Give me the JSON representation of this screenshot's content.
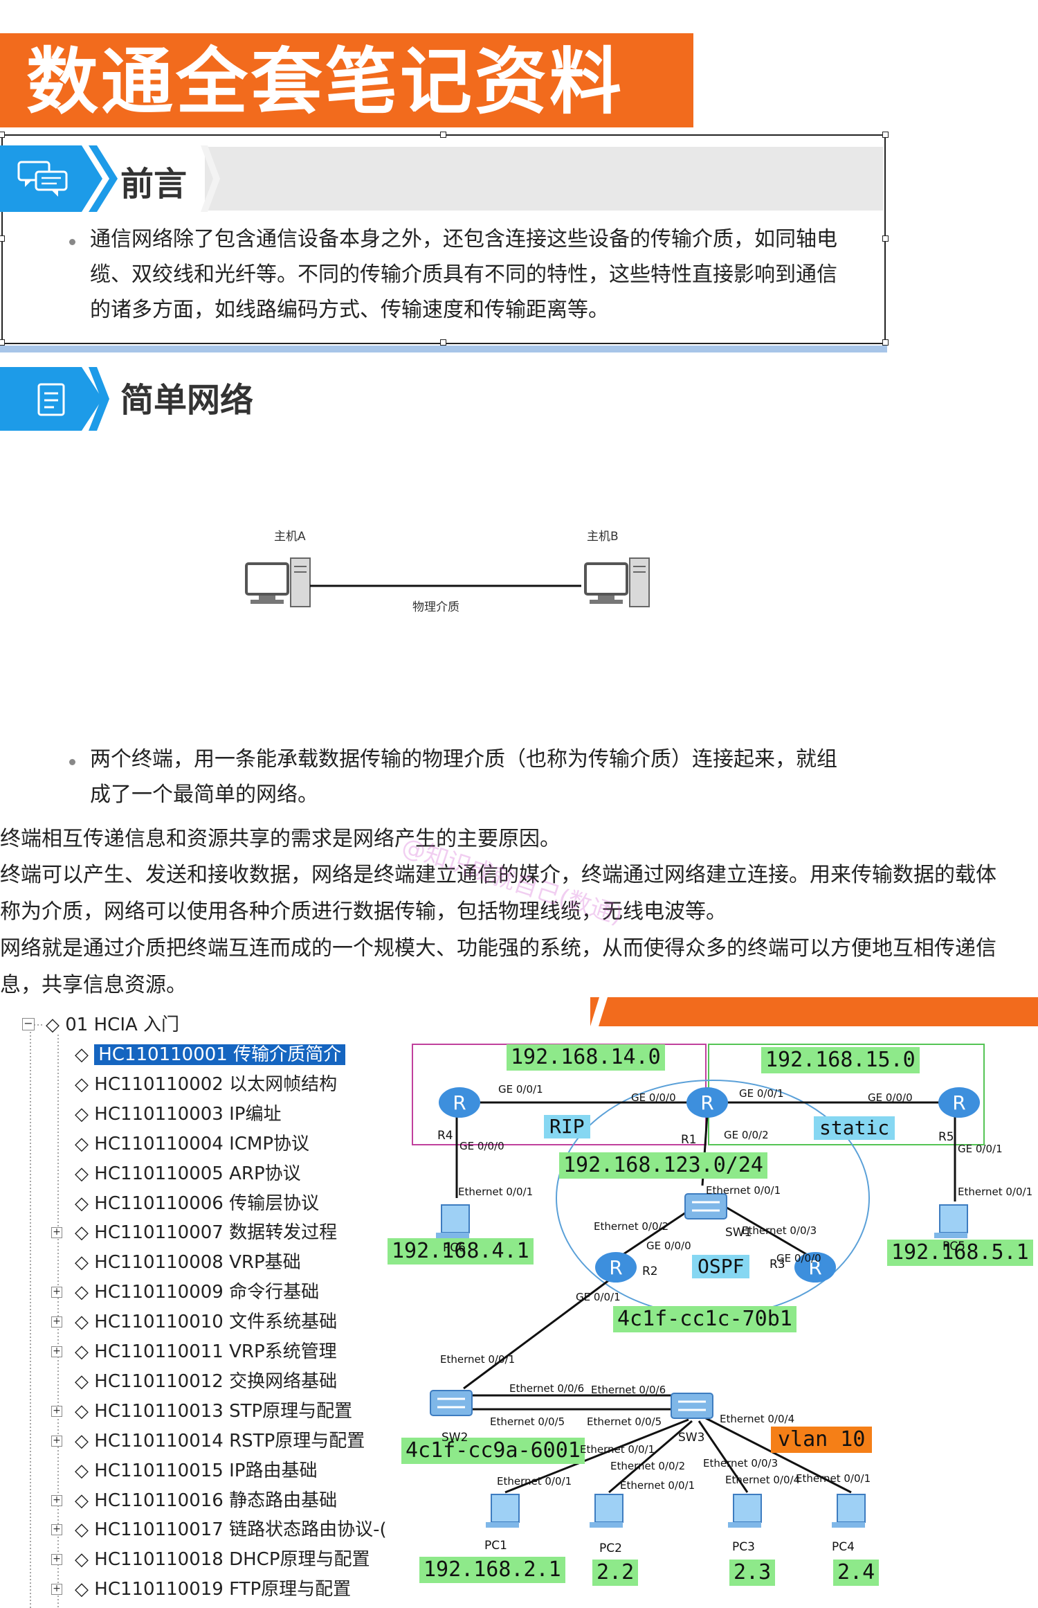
{
  "title": "数通全套笔记资料",
  "preface": {
    "heading": "前言",
    "lines": [
      "通信网络除了包含通信设备本身之外，还包含连接这些设备的传输介质，如同轴电",
      "缆、双绞线和光纤等。不同的传输介质具有不同的特性，这些特性直接影响到通信",
      "的诸多方面，如线路编码方式、传输速度和传输距离等。"
    ]
  },
  "simple_network": {
    "heading": "简单网络",
    "host_a": "主机A",
    "host_b": "主机B",
    "medium": "物理介质",
    "bullet_lines": [
      "两个终端，用一条能承载数据传输的物理介质（也称为传输介质）连接起来，就组",
      "成了一个最简单的网络。"
    ]
  },
  "body_lines": [
    "终端相互传递信息和资源共享的需求是网络产生的主要原因。",
    "终端可以产生、发送和接收数据，网络是终端建立通信的媒介，终端通过网络建立连接。用来传输数据的载体",
    "称为介质，网络可以使用各种介质进行数据传输，包括物理线缆，无线电波等。",
    "网络就是通过介质把终端互连而成的一个规模大、功能强的系统，从而使得众多的终端可以方便地互相传递信",
    "息，共享信息资源。"
  ],
  "watermark": "@知识成就自己(数通)",
  "tree": {
    "root": "01 HCIA 入门",
    "items": [
      {
        "label": "HC110110001 传输介质简介",
        "expandable": false,
        "selected": true
      },
      {
        "label": "HC110110002 以太网帧结构",
        "expandable": false
      },
      {
        "label": "HC110110003 IP编址",
        "expandable": false
      },
      {
        "label": "HC110110004 ICMP协议",
        "expandable": false
      },
      {
        "label": "HC110110005 ARP协议",
        "expandable": false
      },
      {
        "label": "HC110110006 传输层协议",
        "expandable": false
      },
      {
        "label": "HC110110007 数据转发过程",
        "expandable": true
      },
      {
        "label": "HC110110008 VRP基础",
        "expandable": false
      },
      {
        "label": "HC110110009 命令行基础",
        "expandable": true
      },
      {
        "label": "HC110110010 文件系统基础",
        "expandable": true
      },
      {
        "label": "HC110110011 VRP系统管理",
        "expandable": true
      },
      {
        "label": "HC110110012 交换网络基础",
        "expandable": false
      },
      {
        "label": "HC110110013 STP原理与配置",
        "expandable": true
      },
      {
        "label": "HC110110014 RSTP原理与配置",
        "expandable": true
      },
      {
        "label": "HC110110015 IP路由基础",
        "expandable": false
      },
      {
        "label": "HC110110016 静态路由基础",
        "expandable": true
      },
      {
        "label": "HC110110017 链路状态路由协议-(",
        "expandable": true
      },
      {
        "label": "HC110110018 DHCP原理与配置",
        "expandable": true
      },
      {
        "label": "HC110110019 FTP原理与配置",
        "expandable": true
      }
    ]
  },
  "topology": {
    "net_14": "192.168.14.0",
    "net_15": "192.168.15.0",
    "rip": "RIP",
    "static": "static",
    "net_123": "192.168.123.0/24",
    "ospf": "OSPF",
    "pc6_ip": "192.168.4.1",
    "pc5_ip": "192.168.5.1",
    "mac_sw3": "4c1f-cc1c-70b1",
    "mac_sw2": "4c1f-cc9a-6001",
    "vlan": "vlan 10",
    "pc1_ip": "192.168.2.1",
    "pc2_ip": "2.2",
    "pc3_ip": "2.3",
    "pc4_ip": "2.4",
    "devices": {
      "r4": "R4",
      "r1": "R1",
      "r5": "R5",
      "r2": "R2",
      "r3": "R3",
      "sw1": "SW1",
      "sw2": "SW2",
      "sw3": "SW3",
      "pc6": "PC6",
      "pc5": "PC5",
      "pc1": "PC1",
      "pc2": "PC2",
      "pc3": "PC3",
      "pc4": "PC4"
    },
    "ports": {
      "r4_ge001": "GE 0/0/1",
      "r1_ge000": "GE 0/0/0",
      "r1_ge001": "GE 0/0/1",
      "r5_ge000": "GE 0/0/0",
      "r4_ge000": "GE 0/0/0",
      "r1_ge002": "GE 0/0/2",
      "r5_ge001": "GE 0/0/1",
      "pc6_eth": "Ethernet 0/0/1",
      "sw1_eth1": "Ethernet 0/0/1",
      "pc5_eth": "Ethernet 0/0/1",
      "sw1_eth2": "Ethernet 0/0/2",
      "sw1_eth3": "Ethernet 0/0/3",
      "r3_ge000": "GE 0/0/0",
      "r2_ge000": "GE 0/0/0",
      "r2_ge001": "GE 0/0/1",
      "sw2_eth1": "Ethernet 0/0/1",
      "sw2_eth6": "Ethernet 0/0/6",
      "sw3_eth6": "Ethernet 0/0/6",
      "sw2_eth5": "Ethernet 0/0/5",
      "sw3_eth5": "Ethernet 0/0/5",
      "sw3_eth4": "Ethernet 0/0/4",
      "sw3_eth1": "Ethernet 0/0/1",
      "sw3_eth2": "Ethernet 0/0/2",
      "sw3_eth3": "Ethernet 0/0/3",
      "sw3_eth4b": "Ethernet 0/0/4",
      "pc1_eth": "Ethernet 0/0/1",
      "pc2_eth": "Ethernet 0/0/1",
      "pc4_eth": "Ethernet 0/0/1"
    }
  }
}
